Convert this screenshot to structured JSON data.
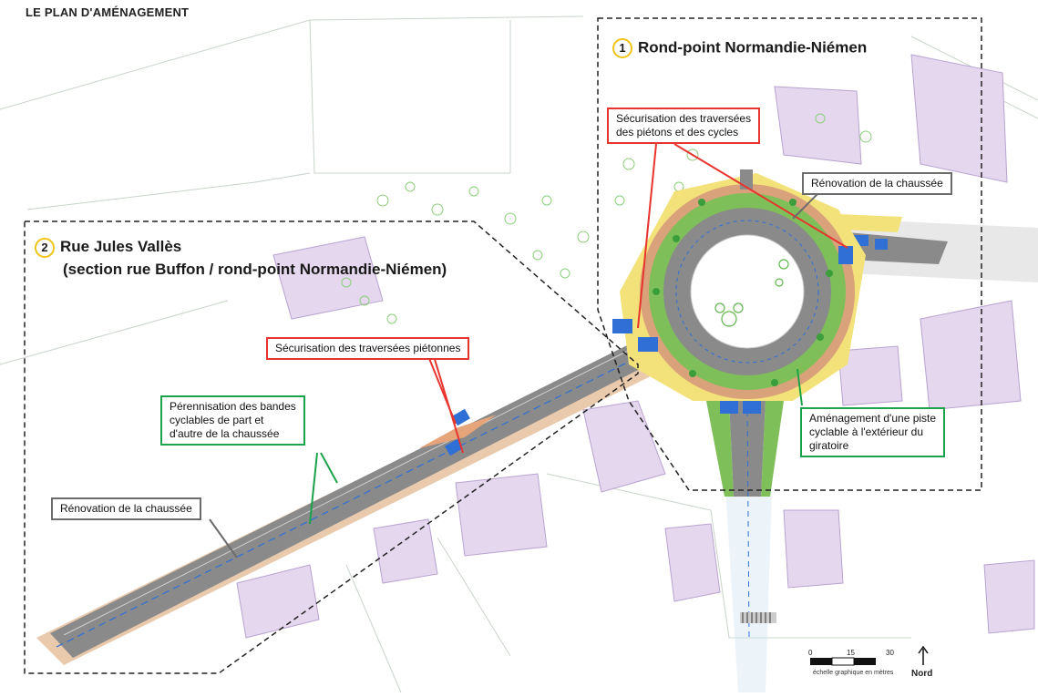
{
  "header": {
    "title": "LE PLAN D'AMÉNAGEMENT"
  },
  "zones": [
    {
      "number": "1",
      "title_line1": "Rond-point Normandie-Niémen",
      "title_line2": ""
    },
    {
      "number": "2",
      "title_line1": "Rue Jules Vallès",
      "title_line2": "(section rue Buffon / rond-point Normandie-Niémen)"
    }
  ],
  "callouts": {
    "securisation_pietons_cycles": {
      "line1": "Sécurisation des traversées",
      "line2": "des piétons et des cycles"
    },
    "renovation_roundabout": {
      "line1": "Rénovation de la chaussée"
    },
    "securisation_pietonnes": {
      "line1": "Sécurisation des traversées piétonnes"
    },
    "perennisation": {
      "line1": "Pérennisation des bandes",
      "line2": "cyclables de part et",
      "line3": "d'autre de la chaussée"
    },
    "renovation_street": {
      "line1": "Rénovation de la chaussée"
    },
    "amenagement": {
      "line1": "Aménagement d'une piste",
      "line2": "cyclable à l'extérieur du",
      "line3": "giratoire"
    }
  },
  "scale": {
    "ticks": [
      "0",
      "15",
      "30"
    ],
    "caption": "échelle graphique en mètres"
  },
  "north": {
    "label": "Nord"
  },
  "colors": {
    "road": "#8a8a8a",
    "green_space": "#7fbf5a",
    "cycle_track": "#d9a27a",
    "sidewalk": "#f3e27a",
    "building": "#e4d7ee",
    "callout_red": "#e8342e",
    "callout_grey": "#6b6b6b",
    "callout_green": "#1aa34a",
    "badge": "#f0c419"
  }
}
